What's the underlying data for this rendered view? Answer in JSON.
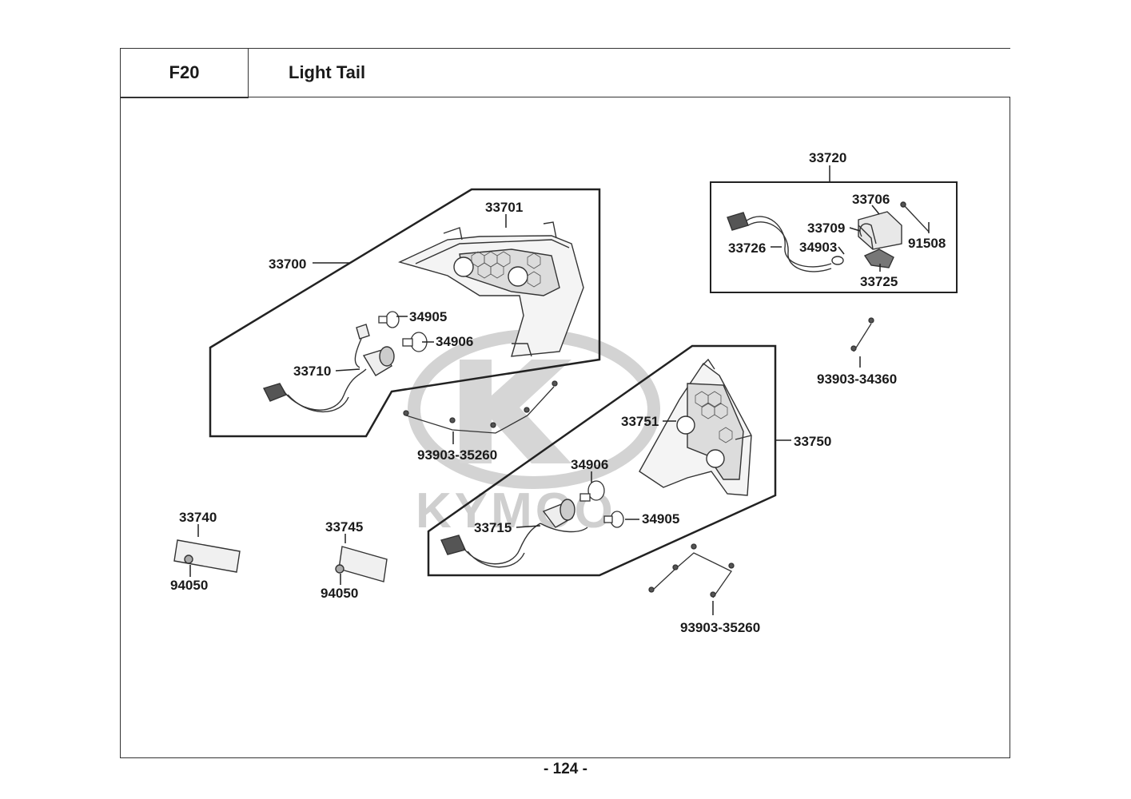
{
  "header": {
    "section_code": "F20",
    "section_title": "Light Tail"
  },
  "watermark": {
    "brand": "KYMCO"
  },
  "callouts": {
    "p33700": "33700",
    "p33701": "33701",
    "p34905a": "34905",
    "p34906a": "34906",
    "p33710": "33710",
    "p93903_35260a": "93903-35260",
    "p33720": "33720",
    "p33706": "33706",
    "p33709": "33709",
    "p33726": "33726",
    "p34903": "34903",
    "p91508": "91508",
    "p33725": "33725",
    "p93903_34360": "93903-34360",
    "p33751": "33751",
    "p33750": "33750",
    "p34906b": "34906",
    "p34905b": "34905",
    "p33715": "33715",
    "p93903_35260b": "93903-35260",
    "p33740": "33740",
    "p94050a": "94050",
    "p33745": "33745",
    "p94050b": "94050"
  },
  "footer": {
    "page_number": "- 124 -"
  }
}
